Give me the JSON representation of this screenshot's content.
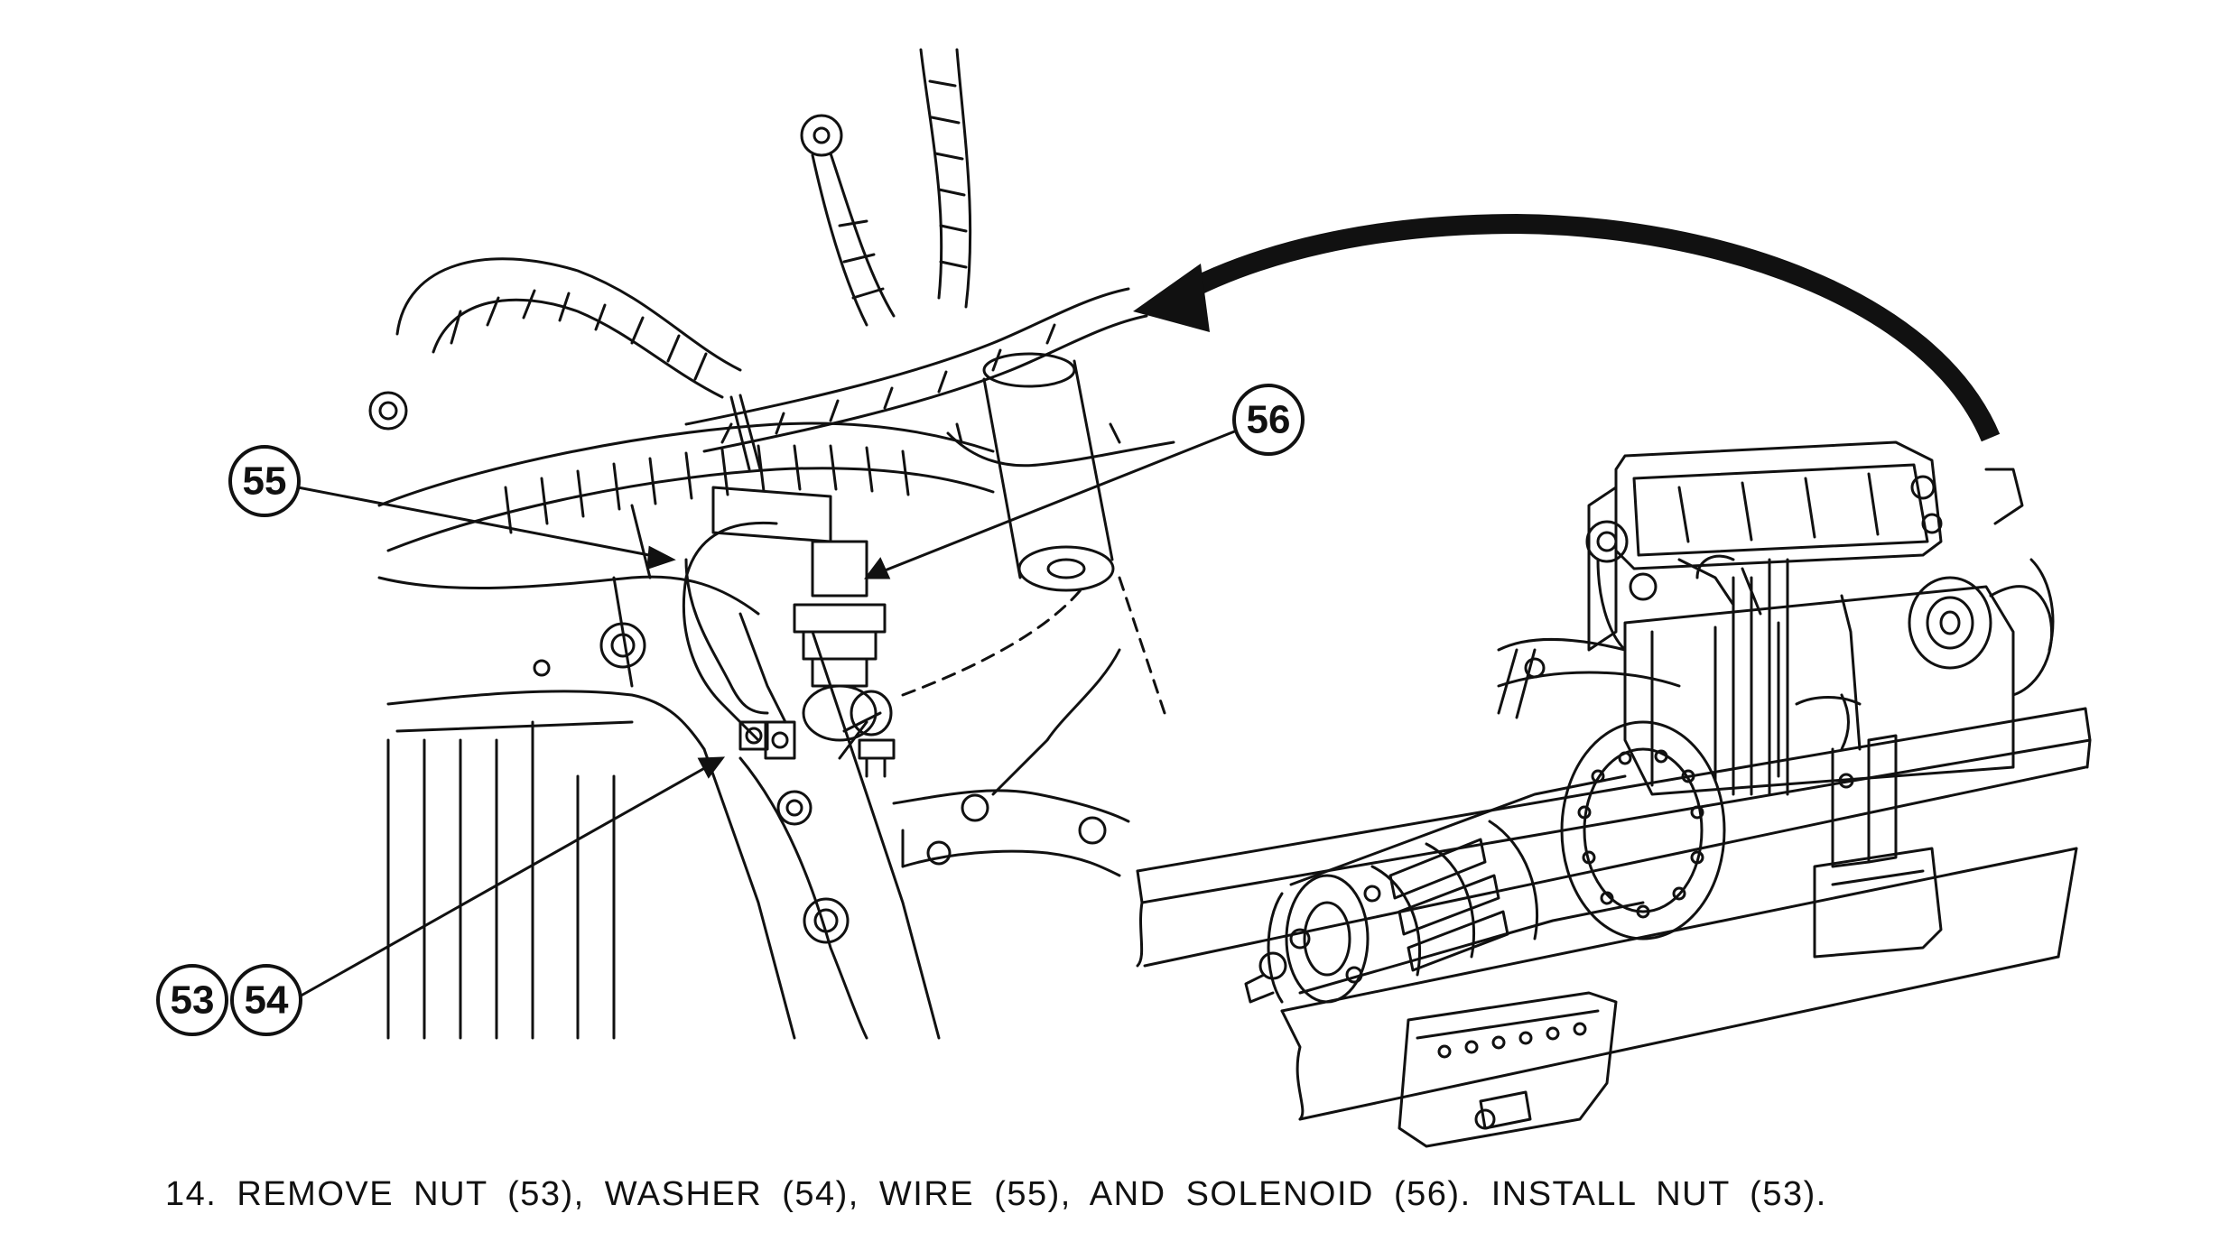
{
  "callouts": {
    "c55": "55",
    "c56": "56",
    "c53": "53",
    "c54": "54"
  },
  "instruction": "14. REMOVE NUT (53), WASHER (54), WIRE (55), AND SOLENOID (56). INSTALL NUT (53).",
  "colors": {
    "line": "#111111",
    "background": "#ffffff"
  }
}
